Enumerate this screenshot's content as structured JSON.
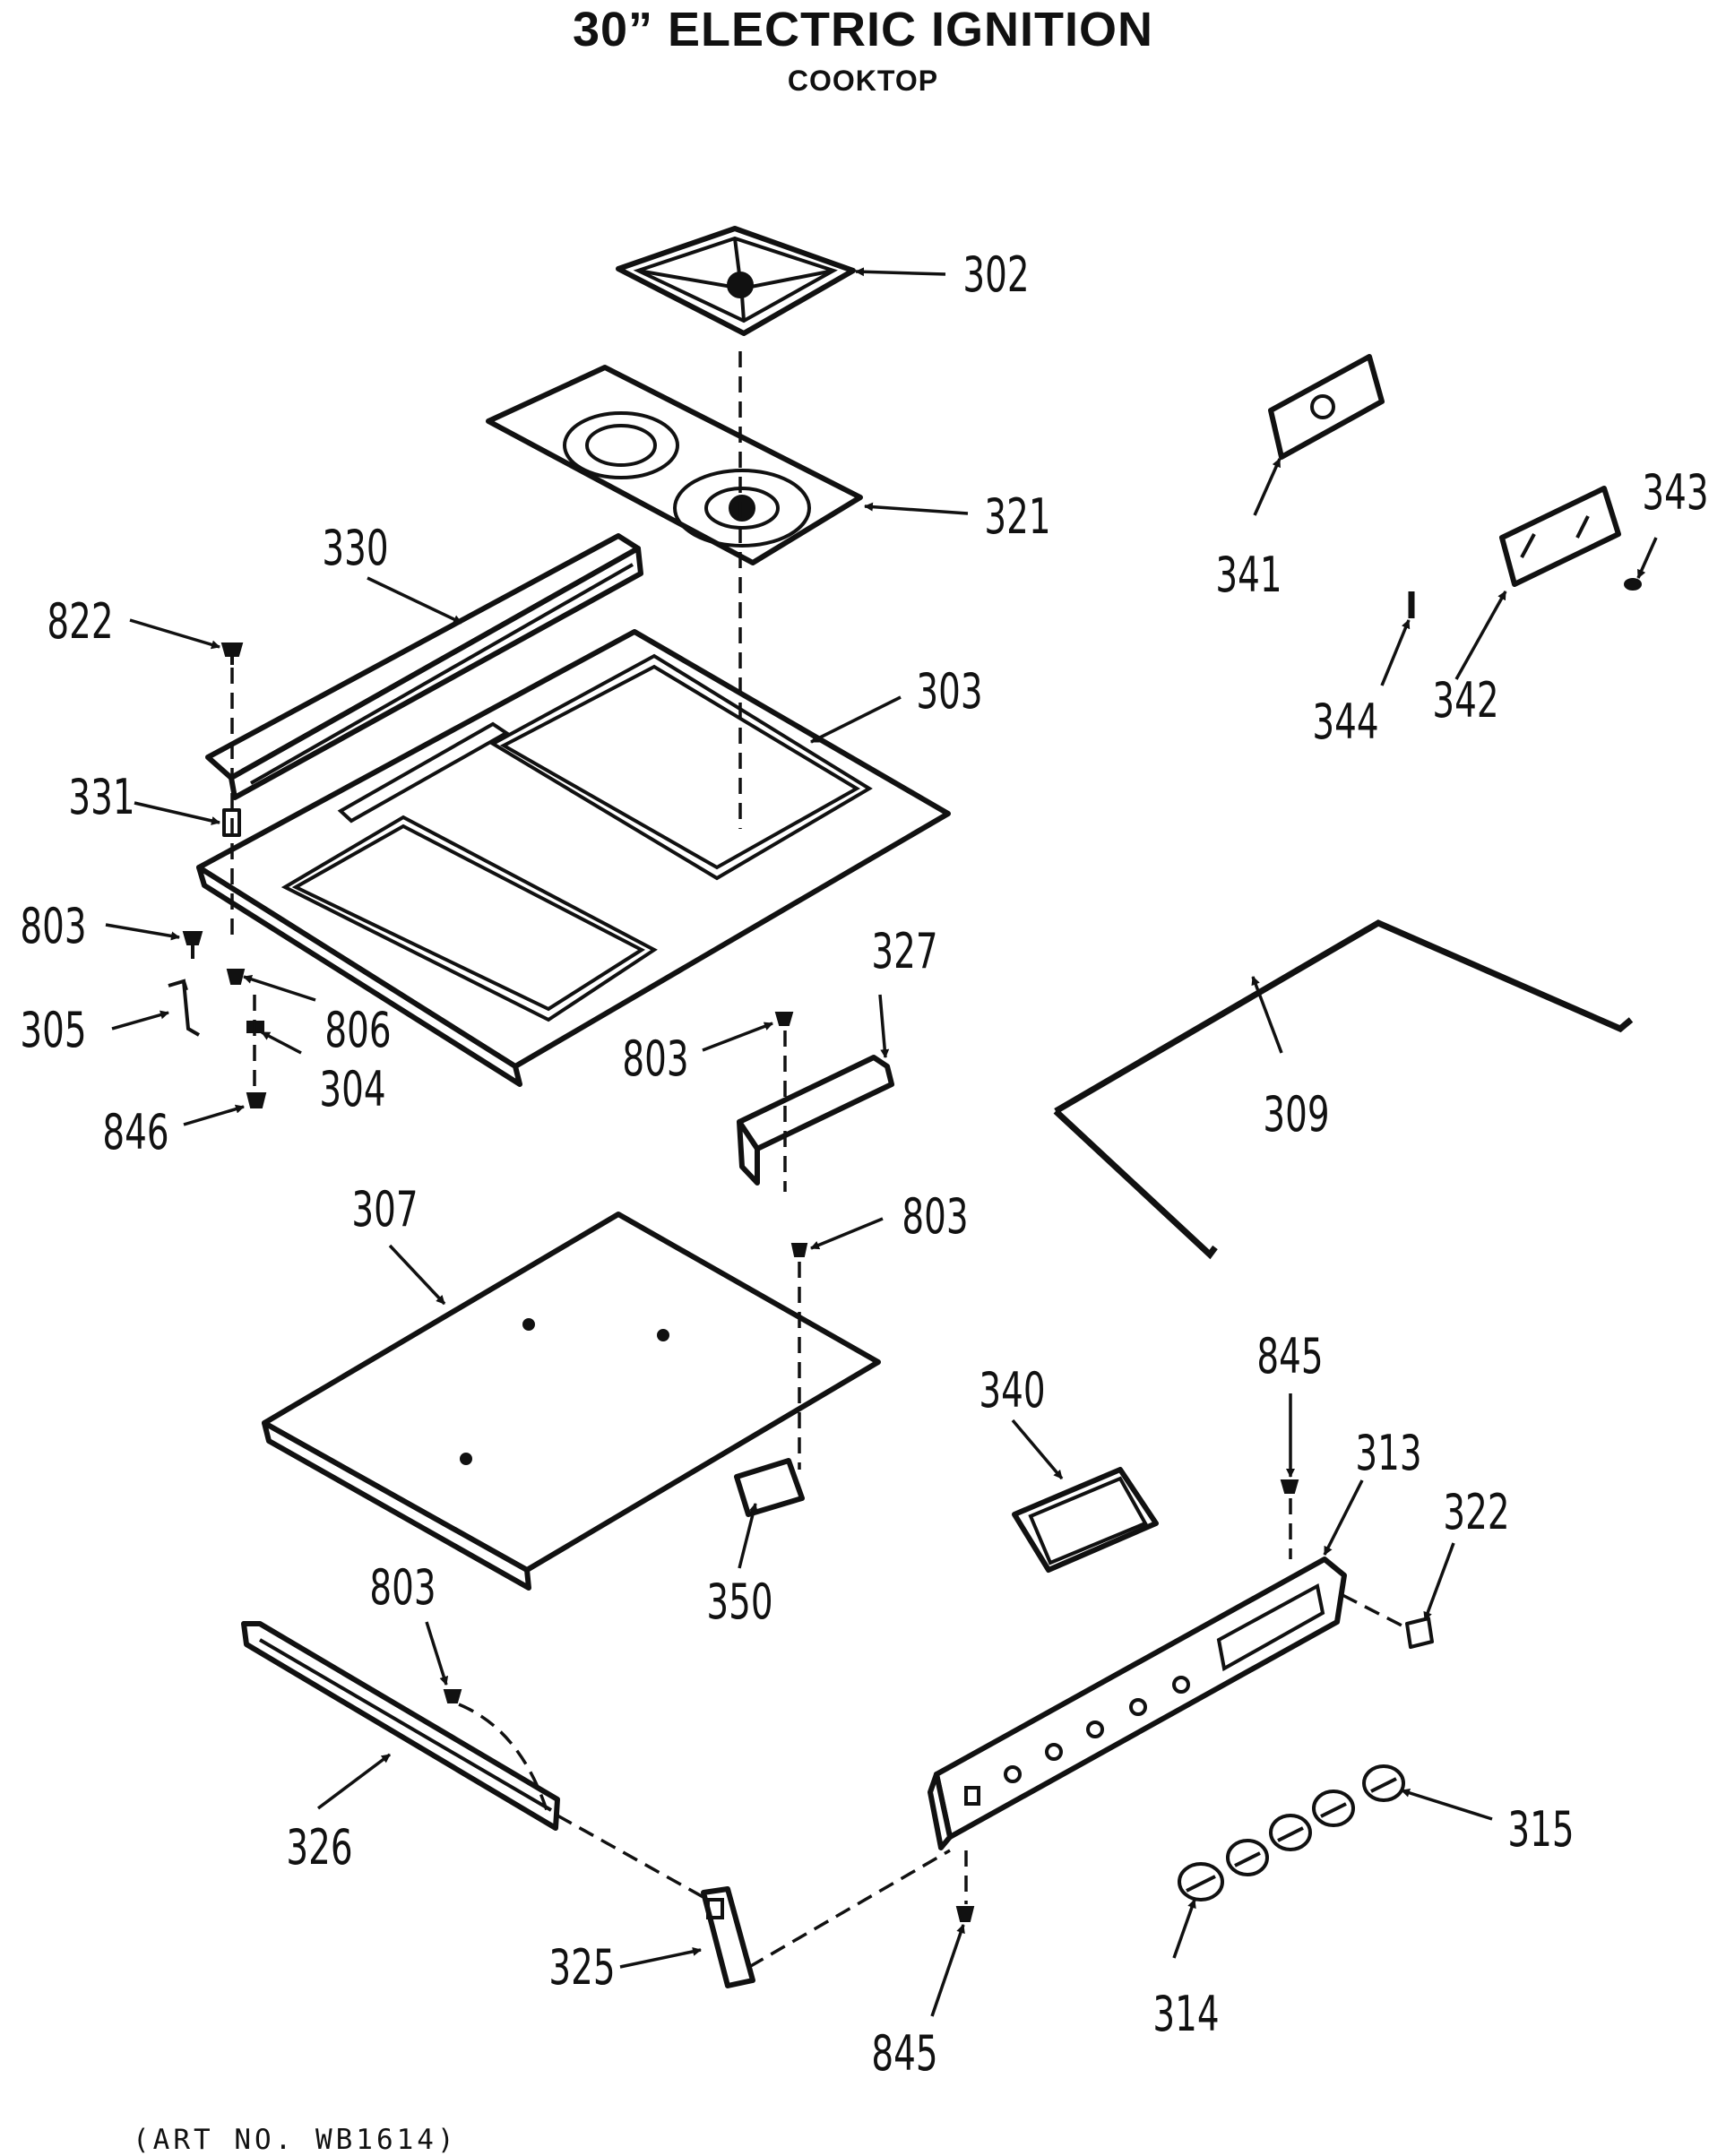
{
  "header": {
    "title": "30” ELECTRIC IGNITION",
    "subtitle": "COOKTOP"
  },
  "footer": {
    "art_no": "(ART NO. WB1614)"
  },
  "parts": {
    "p302": "302",
    "p321": "321",
    "p330": "330",
    "p822": "822",
    "p303": "303",
    "p331": "331",
    "p803a": "803",
    "p806": "806",
    "p305": "305",
    "p304": "304",
    "p846": "846",
    "p327": "327",
    "p803b": "803",
    "p803c": "803",
    "p307": "307",
    "p309": "309",
    "p341": "341",
    "p343": "343",
    "p344": "344",
    "p342": "342",
    "p340": "340",
    "p845a": "845",
    "p313": "313",
    "p322": "322",
    "p350": "350",
    "p803d": "803",
    "p326": "326",
    "p325": "325",
    "p845b": "845",
    "p315": "315",
    "p314": "314"
  }
}
